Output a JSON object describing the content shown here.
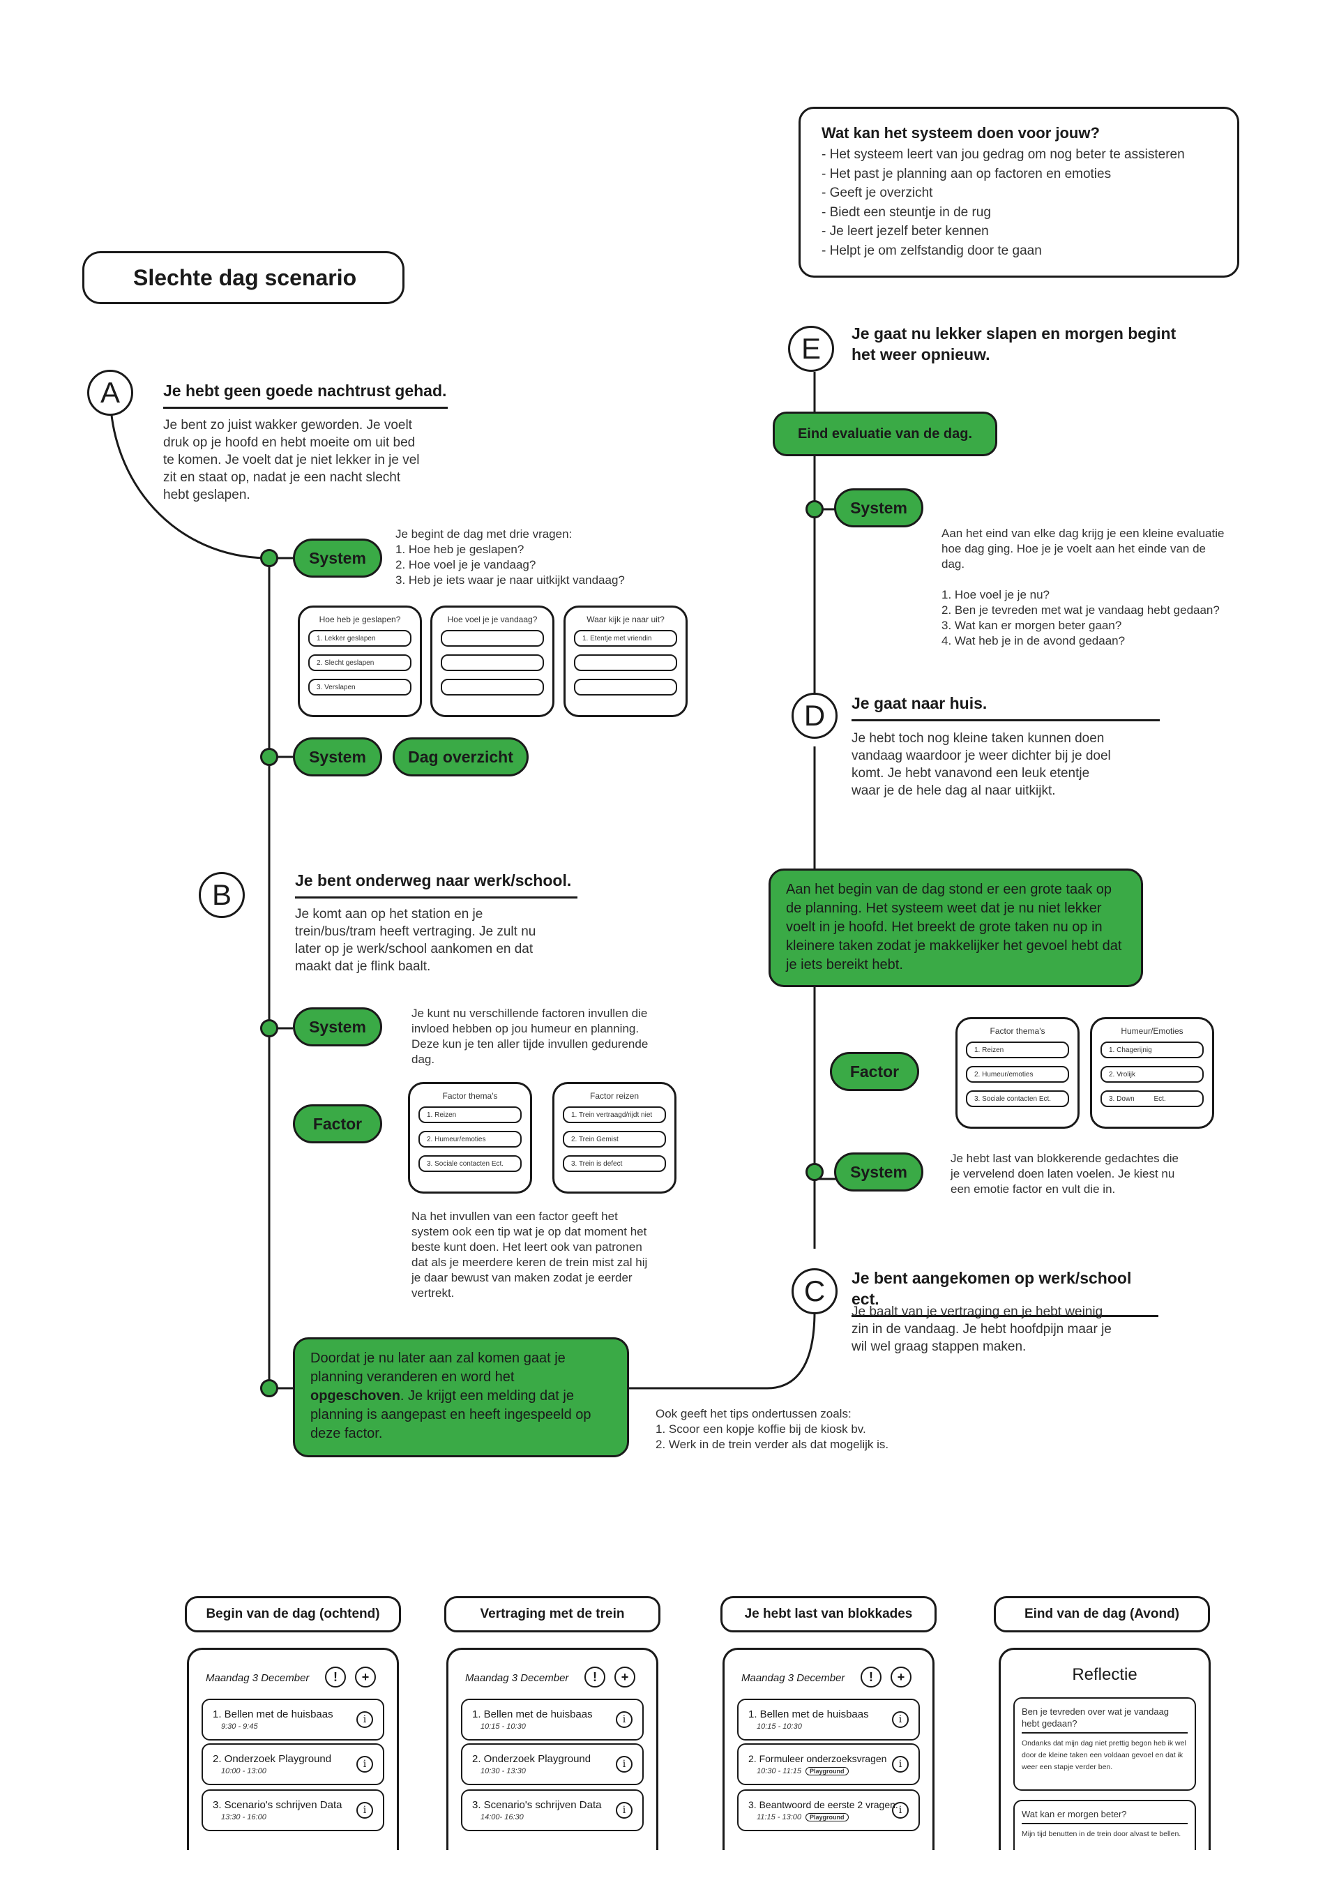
{
  "colors": {
    "accent": "#3aaa46",
    "line": "#1a1a1a"
  },
  "title": "Slechte dag scenario",
  "system_box": {
    "heading": "Wat kan het systeem doen voor jouw?",
    "items": [
      "- Het systeem leert van jou gedrag om nog beter te assisteren",
      "- Het past je planning aan op factoren en emoties",
      "- Geeft je overzicht",
      "- Biedt een steuntje in de rug",
      "- Je leert jezelf beter kennen",
      "- Helpt je om zelfstandig door te gaan"
    ]
  },
  "stepA": {
    "letter": "A",
    "heading": "Je hebt geen goede nachtrust gehad.",
    "body": [
      "Je bent zo juist wakker geworden. Je voelt",
      "druk op je hoofd en hebt moeite om uit bed",
      "te komen. Je voelt dat je niet lekker in je vel",
      "zit en staat op, nadat je een nacht slecht",
      "hebt geslapen."
    ]
  },
  "system1": {
    "label": "System",
    "text": [
      "Je begint de dag met drie vragen:",
      "1. Hoe heb je geslapen?",
      "2. Hoe voel je je vandaag?",
      "3. Heb je iets waar je naar uitkijkt vandaag?"
    ]
  },
  "cards1": [
    {
      "title": "Hoe heb je geslapen?",
      "options": [
        "1. Lekker geslapen",
        "2. Slecht geslapen",
        "3. Verslapen"
      ]
    },
    {
      "title": "Hoe voel je je vandaag?",
      "options": [
        "",
        "",
        ""
      ]
    },
    {
      "title": "Waar kijk je naar uit?",
      "options": [
        "1. Etentje met vriendin",
        "",
        ""
      ]
    }
  ],
  "system2": {
    "label": "System",
    "extra": "Dag overzicht"
  },
  "stepB": {
    "letter": "B",
    "heading": "Je bent onderweg naar werk/school.",
    "body": [
      "Je komt aan op het station en je",
      "trein/bus/tram heeft vertraging. Je zult nu",
      "later op je werk/school aankomen en dat",
      "maakt dat je flink baalt."
    ]
  },
  "system3": {
    "label": "System",
    "text": [
      "Je kunt nu verschillende factoren invullen die",
      "invloed hebben op jou humeur en planning.",
      "Deze kun je ten aller tijde invullen gedurende",
      "dag."
    ]
  },
  "factorB": {
    "label": "Factor"
  },
  "cards2": [
    {
      "title": "Factor thema's",
      "options": [
        "1. Reizen",
        "2. Humeur/emoties",
        "3. Sociale contacten Ect."
      ]
    },
    {
      "title": "Factor reizen",
      "options": [
        "1. Trein vertraagd/rijdt niet",
        "2. Trein Gemist",
        "3. Trein is defect"
      ]
    }
  ],
  "factor_text": [
    "Na het invullen van een factor geeft het",
    "system ook een tip wat je op dat moment het",
    "beste kunt doen. Het leert ook van patronen",
    "dat als je meerdere keren de trein mist zal hij",
    "je daar bewust van maken zodat je eerder",
    "vertrekt."
  ],
  "green_b": {
    "pre": "Doordat je nu later aan zal komen gaat je planning veranderen en word het ",
    "bold": "opgeschoven",
    "post": ". Je krijgt een melding dat je planning is aangepast en heeft ingespeeld op deze factor."
  },
  "tips": [
    "Ook geeft het tips ondertussen zoals:",
    "1. Scoor een kopje koffie bij de kiosk bv.",
    "2. Werk in de trein verder als dat mogelijk is."
  ],
  "stepC": {
    "letter": "C",
    "heading": "Je bent aangekomen op werk/school ect.",
    "body": [
      "Je baalt van je vertraging en je hebt weinig",
      "zin in de vandaag. Je hebt hoofdpijn maar je",
      "wil wel graag stappen maken."
    ]
  },
  "system4": {
    "label": "System",
    "text": [
      "Je hebt last van blokkerende gedachtes die",
      "je vervelend doen laten voelen. Je kiest nu",
      "een emotie factor en vult die in."
    ]
  },
  "factorC": {
    "label": "Factor"
  },
  "cards3": [
    {
      "title": "Factor thema's",
      "options": [
        "1. Reizen",
        "2. Humeur/emoties",
        "3. Sociale contacten Ect."
      ]
    },
    {
      "title": "Humeur/Emoties",
      "options": [
        "1. Chagerijnig",
        "2. Vrolijk",
        "3. Down          Ect."
      ]
    }
  ],
  "green_c": "Aan het begin van de dag stond er een grote taak op de planning. Het systeem weet dat je nu niet lekker voelt in je hoofd. Het breekt de grote taken nu op in kleinere taken zodat je makkelijker het gevoel hebt dat je iets bereikt hebt.",
  "stepD": {
    "letter": "D",
    "heading": "Je gaat naar huis.",
    "body": [
      "Je hebt toch nog kleine taken kunnen doen",
      "vandaag waardoor je weer dichter bij je doel",
      "komt. Je hebt vanavond een leuk etentje",
      "waar je de hele dag al naar uitkijkt."
    ]
  },
  "system5": {
    "label": "System",
    "text": [
      "Aan het eind van elke dag krijg je een kleine evaluatie",
      "hoe dag ging. Hoe je je voelt aan het einde van de",
      "dag.",
      "",
      "1. Hoe voel je je nu?",
      "2. Ben je tevreden met wat je vandaag hebt gedaan?",
      "3. Wat kan er morgen beter gaan?",
      "4. Wat heb je in de avond gedaan?"
    ]
  },
  "eval_label": "Eind evaluatie van de dag.",
  "stepE": {
    "letter": "E",
    "heading": [
      "Je gaat nu lekker slapen en morgen begint",
      "het weer opnieuw."
    ]
  },
  "phones": [
    {
      "header": "Begin van de dag (ochtend)",
      "date": "Maandag 3 December",
      "tasks": [
        {
          "name": "1. Bellen met de huisbaas",
          "time": "9:30 - 9:45",
          "tag": ""
        },
        {
          "name": "2. Onderzoek Playground",
          "time": "10:00 - 13:00",
          "tag": ""
        },
        {
          "name": "3. Scenario's schrijven Data",
          "time": "13:30 - 16:00",
          "tag": ""
        }
      ]
    },
    {
      "header": "Vertraging met de trein",
      "date": "Maandag 3 December",
      "tasks": [
        {
          "name": "1. Bellen met de huisbaas",
          "time": "10:15 - 10:30",
          "tag": ""
        },
        {
          "name": "2. Onderzoek Playground",
          "time": "10:30 - 13:30",
          "tag": ""
        },
        {
          "name": "3. Scenario's schrijven Data",
          "time": "14:00- 16:30",
          "tag": ""
        }
      ]
    },
    {
      "header": "Je hebt last van blokkades",
      "date": "Maandag 3 December",
      "tasks": [
        {
          "name": "1. Bellen met de huisbaas",
          "time": "10:15 - 10:30",
          "tag": ""
        },
        {
          "name": "2. Formuleer onderzoeksvragen",
          "time": "10:30 - 11:15",
          "tag": "Playground"
        },
        {
          "name": "3. Beantwoord de eerste 2 vragen.",
          "time": "11:15 - 13:00",
          "tag": "Playground"
        }
      ]
    }
  ],
  "phone4": {
    "header": "Eind van de dag (Avond)",
    "title": "Reflectie",
    "q1": "Ben je tevreden over wat je vandaag hebt gedaan?",
    "a1": "Ondanks dat mijn dag niet prettig begon heb ik wel door de kleine taken een voldaan gevoel en dat ik weer een stapje verder ben.",
    "q2": "Wat kan er morgen beter?",
    "a2": "Mijn tijd benutten in de trein door alvast te bellen."
  },
  "icons": {
    "alert": "!",
    "add": "+",
    "info": "i"
  }
}
